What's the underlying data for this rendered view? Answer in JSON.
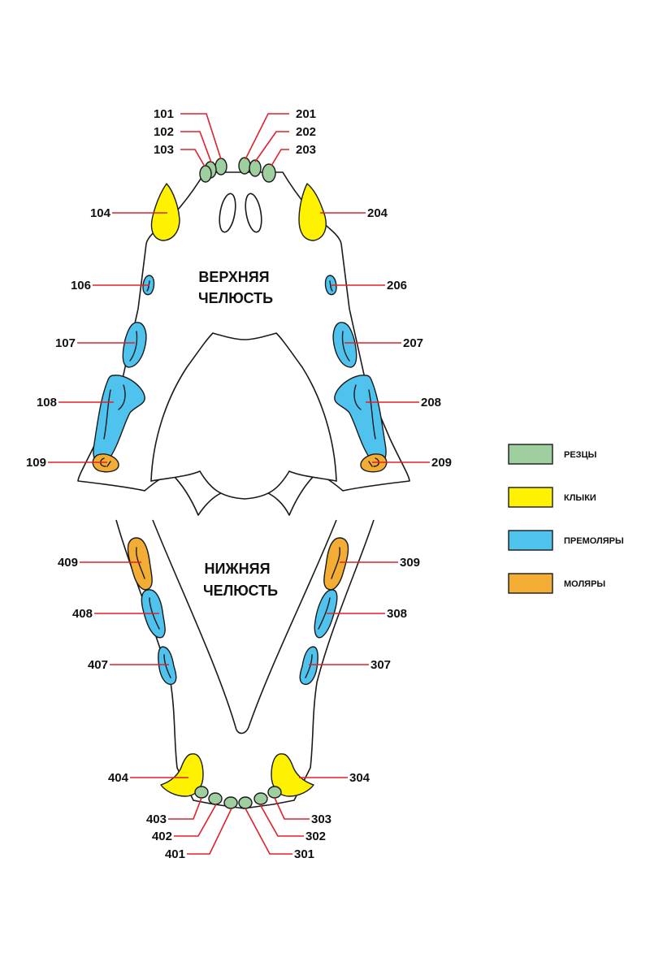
{
  "colors": {
    "incisor": "#9fcf9f",
    "canine": "#fff200",
    "premolar": "#4fc3ee",
    "molar": "#f3ad34",
    "leader": "#e0202a",
    "outline": "#1a1a1a"
  },
  "labels": {
    "upper_jaw_line1": "ВЕРХНЯЯ",
    "upper_jaw_line2": "ЧЕЛЮСТЬ",
    "lower_jaw_line1": "НИЖНЯЯ",
    "lower_jaw_line2": "ЧЕЛЮСТЬ"
  },
  "legend": [
    {
      "key": "incisor",
      "label": "РЕЗЦЫ"
    },
    {
      "key": "canine",
      "label": "КЛЫКИ"
    },
    {
      "key": "premolar",
      "label": "ПРЕМОЛЯРЫ"
    },
    {
      "key": "molar",
      "label": "МОЛЯРЫ"
    }
  ],
  "teeth": [
    {
      "id": "101",
      "type": "incisor"
    },
    {
      "id": "102",
      "type": "incisor"
    },
    {
      "id": "103",
      "type": "incisor"
    },
    {
      "id": "201",
      "type": "incisor"
    },
    {
      "id": "202",
      "type": "incisor"
    },
    {
      "id": "203",
      "type": "incisor"
    },
    {
      "id": "104",
      "type": "canine"
    },
    {
      "id": "204",
      "type": "canine"
    },
    {
      "id": "106",
      "type": "premolar"
    },
    {
      "id": "206",
      "type": "premolar"
    },
    {
      "id": "107",
      "type": "premolar"
    },
    {
      "id": "207",
      "type": "premolar"
    },
    {
      "id": "108",
      "type": "premolar"
    },
    {
      "id": "208",
      "type": "premolar"
    },
    {
      "id": "109",
      "type": "molar"
    },
    {
      "id": "209",
      "type": "molar"
    },
    {
      "id": "409",
      "type": "molar"
    },
    {
      "id": "309",
      "type": "molar"
    },
    {
      "id": "408",
      "type": "premolar"
    },
    {
      "id": "308",
      "type": "premolar"
    },
    {
      "id": "407",
      "type": "premolar"
    },
    {
      "id": "307",
      "type": "premolar"
    },
    {
      "id": "404",
      "type": "canine"
    },
    {
      "id": "304",
      "type": "canine"
    },
    {
      "id": "403",
      "type": "incisor"
    },
    {
      "id": "402",
      "type": "incisor"
    },
    {
      "id": "401",
      "type": "incisor"
    },
    {
      "id": "301",
      "type": "incisor"
    },
    {
      "id": "302",
      "type": "incisor"
    },
    {
      "id": "303",
      "type": "incisor"
    }
  ]
}
